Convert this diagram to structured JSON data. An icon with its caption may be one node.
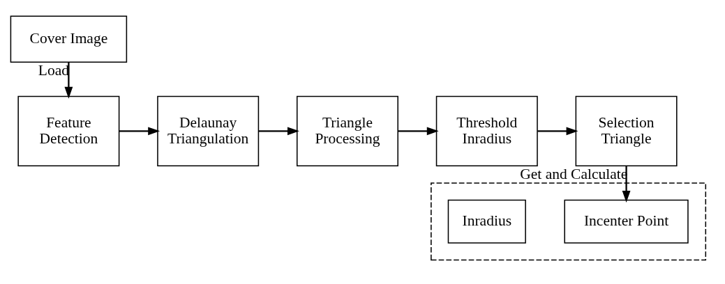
{
  "diagram": {
    "nodes": [
      {
        "text": [
          "Cover Image"
        ]
      },
      {
        "text": [
          "Feature Detection"
        ]
      },
      {
        "text": [
          "Delaunay Triangulation"
        ]
      },
      {
        "text": [
          "Triangle Processing"
        ]
      },
      {
        "text": [
          "Threshold Inradius"
        ]
      },
      {
        "text": [
          "Selection Triangle"
        ]
      },
      {
        "text": [],
        "shape": "box"
      },
      {
        "text": [
          "Inradius"
        ],
        "in": 6
      },
      {
        "text": [
          "Incenter Point"
        ],
        "in": 6
      }
    ],
    "edges": [
      {
        "from": 0,
        "to": 1,
        "arrow": "to",
        "label": "Load"
      },
      {
        "from": 1,
        "to": 2,
        "arrow": "to"
      },
      {
        "from": 2,
        "to": 3,
        "arrow": "to"
      },
      {
        "from": 3,
        "to": 4,
        "arrow": "to"
      },
      {
        "from": 4,
        "to": 5,
        "arrow": "to"
      },
      {
        "from": 5,
        "to": 8,
        "arrow": "to",
        "label": "Get and Calculate"
      }
    ]
  }
}
